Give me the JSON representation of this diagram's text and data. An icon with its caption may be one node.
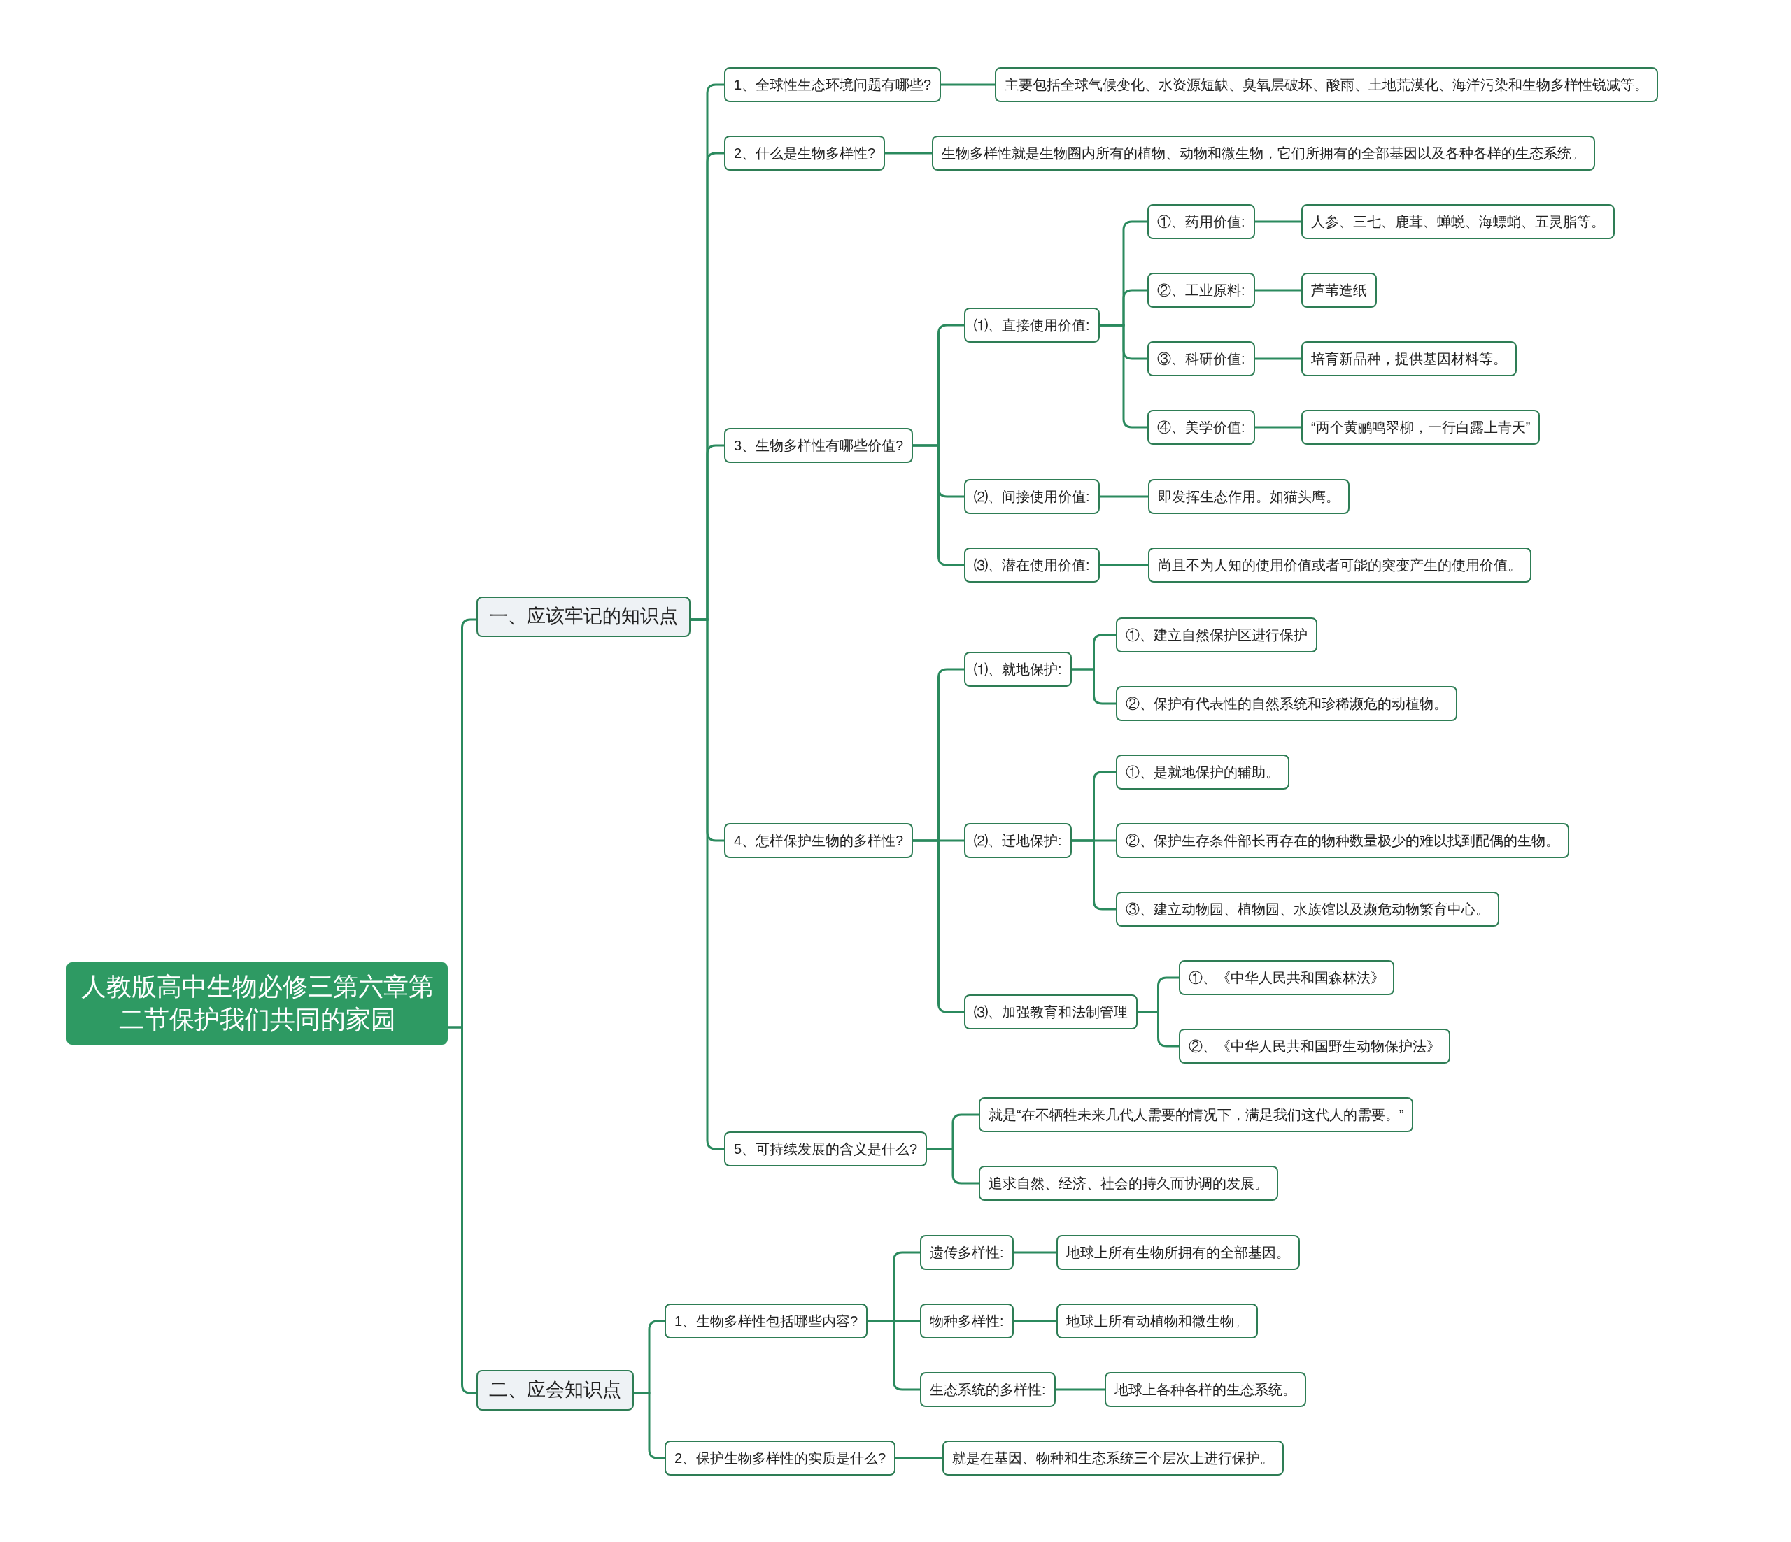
{
  "diagram": {
    "nodes": [
      {
        "text": [
          "人教版高中生物必修三第六章第二节保护我们共同的家园"
        ]
      },
      {
        "text": [
          "一、应该牢记的知识点"
        ]
      },
      {
        "text": [
          "二、应会知识点"
        ]
      },
      {
        "text": [
          "1、全球性生态环境问题有哪些?"
        ]
      },
      {
        "text": [
          "主要包括全球气候变化、水资源短缺、臭氧层破坏、酸雨、土地荒漠化、海洋污染和生物多样性锐减等。"
        ]
      },
      {
        "text": [
          "2、什么是生物多样性?"
        ]
      },
      {
        "text": [
          "生物多样性就是生物圈内所有的植物、动物和微生物，它们所拥有的全部基因以及各种各样的生态系统。"
        ]
      },
      {
        "text": [
          "3、生物多样性有哪些价值?"
        ]
      },
      {
        "text": [
          "⑴、直接使用价值:"
        ]
      },
      {
        "text": [
          "①、药用价值:"
        ]
      },
      {
        "text": [
          "人参、三七、鹿茸、蝉蜕、海螵蛸、五灵脂等。"
        ]
      },
      {
        "text": [
          "②、工业原料:"
        ]
      },
      {
        "text": [
          "芦苇造纸"
        ]
      },
      {
        "text": [
          "③、科研价值:"
        ]
      },
      {
        "text": [
          "培育新品种，提供基因材料等。"
        ]
      },
      {
        "text": [
          "④、美学价值:"
        ]
      },
      {
        "text": [
          "“两个黄鹂鸣翠柳，一行白露上青天”"
        ]
      },
      {
        "text": [
          "⑵、间接使用价值:"
        ]
      },
      {
        "text": [
          "即发挥生态作用。如猫头鹰。"
        ]
      },
      {
        "text": [
          "⑶、潜在使用价值:"
        ]
      },
      {
        "text": [
          "尚且不为人知的使用价值或者可能的突变产生的使用价值。"
        ]
      },
      {
        "text": [
          "4、怎样保护生物的多样性?"
        ]
      },
      {
        "text": [
          "⑴、就地保护:"
        ]
      },
      {
        "text": [
          "①、建立自然保护区进行保护"
        ]
      },
      {
        "text": [
          "②、保护有代表性的自然系统和珍稀濒危的动植物。"
        ]
      },
      {
        "text": [
          "⑵、迁地保护:"
        ]
      },
      {
        "text": [
          "①、是就地保护的辅助。"
        ]
      },
      {
        "text": [
          "②、保护生存条件部长再存在的物种数量极少的难以找到配偶的生物。"
        ]
      },
      {
        "text": [
          "③、建立动物园、植物园、水族馆以及濒危动物繁育中心。"
        ]
      },
      {
        "text": [
          "⑶、加强教育和法制管理"
        ]
      },
      {
        "text": [
          "①、《中华人民共和国森林法》"
        ]
      },
      {
        "text": [
          "②、《中华人民共和国野生动物保护法》"
        ]
      },
      {
        "text": [
          "5、可持续发展的含义是什么?"
        ]
      },
      {
        "text": [
          "就是“在不牺牲未来几代人需要的情况下，满足我们这代人的需要。”"
        ]
      },
      {
        "text": [
          "追求自然、经济、社会的持久而协调的发展。"
        ]
      },
      {
        "text": [
          "1、生物多样性包括哪些内容?"
        ]
      },
      {
        "text": [
          "遗传多样性:"
        ]
      },
      {
        "text": [
          "地球上所有生物所拥有的全部基因。"
        ]
      },
      {
        "text": [
          "物种多样性:"
        ]
      },
      {
        "text": [
          "地球上所有动植物和微生物。"
        ]
      },
      {
        "text": [
          "生态系统的多样性:"
        ]
      },
      {
        "text": [
          "地球上各种各样的生态系统。"
        ]
      },
      {
        "text": [
          "2、保护生物多样性的实质是什么?"
        ]
      },
      {
        "text": [
          "就是在基因、物种和生态系统三个层次上进行保护。"
        ]
      }
    ],
    "edges": [
      {
        "from": 0,
        "to": 1,
        "arrow": "none"
      },
      {
        "from": 0,
        "to": 2,
        "arrow": "none"
      },
      {
        "from": 1,
        "to": 3,
        "arrow": "none"
      },
      {
        "from": 3,
        "to": 4,
        "arrow": "none"
      },
      {
        "from": 1,
        "to": 5,
        "arrow": "none"
      },
      {
        "from": 5,
        "to": 6,
        "arrow": "none"
      },
      {
        "from": 1,
        "to": 7,
        "arrow": "none"
      },
      {
        "from": 7,
        "to": 8,
        "arrow": "none"
      },
      {
        "from": 8,
        "to": 9,
        "arrow": "none"
      },
      {
        "from": 9,
        "to": 10,
        "arrow": "none"
      },
      {
        "from": 8,
        "to": 11,
        "arrow": "none"
      },
      {
        "from": 11,
        "to": 12,
        "arrow": "none"
      },
      {
        "from": 8,
        "to": 13,
        "arrow": "none"
      },
      {
        "from": 13,
        "to": 14,
        "arrow": "none"
      },
      {
        "from": 8,
        "to": 15,
        "arrow": "none"
      },
      {
        "from": 15,
        "to": 16,
        "arrow": "none"
      },
      {
        "from": 7,
        "to": 17,
        "arrow": "none"
      },
      {
        "from": 17,
        "to": 18,
        "arrow": "none"
      },
      {
        "from": 7,
        "to": 19,
        "arrow": "none"
      },
      {
        "from": 19,
        "to": 20,
        "arrow": "none"
      },
      {
        "from": 1,
        "to": 21,
        "arrow": "none"
      },
      {
        "from": 21,
        "to": 22,
        "arrow": "none"
      },
      {
        "from": 22,
        "to": 23,
        "arrow": "none"
      },
      {
        "from": 22,
        "to": 24,
        "arrow": "none"
      },
      {
        "from": 21,
        "to": 25,
        "arrow": "none"
      },
      {
        "from": 25,
        "to": 26,
        "arrow": "none"
      },
      {
        "from": 25,
        "to": 27,
        "arrow": "none"
      },
      {
        "from": 25,
        "to": 28,
        "arrow": "none"
      },
      {
        "from": 21,
        "to": 29,
        "arrow": "none"
      },
      {
        "from": 29,
        "to": 30,
        "arrow": "none"
      },
      {
        "from": 29,
        "to": 31,
        "arrow": "none"
      },
      {
        "from": 1,
        "to": 32,
        "arrow": "none"
      },
      {
        "from": 32,
        "to": 33,
        "arrow": "none"
      },
      {
        "from": 32,
        "to": 34,
        "arrow": "none"
      },
      {
        "from": 2,
        "to": 35,
        "arrow": "none"
      },
      {
        "from": 35,
        "to": 36,
        "arrow": "none"
      },
      {
        "from": 36,
        "to": 37,
        "arrow": "none"
      },
      {
        "from": 35,
        "to": 38,
        "arrow": "none"
      },
      {
        "from": 38,
        "to": 39,
        "arrow": "none"
      },
      {
        "from": 35,
        "to": 40,
        "arrow": "none"
      },
      {
        "from": 40,
        "to": 41,
        "arrow": "none"
      },
      {
        "from": 2,
        "to": 42,
        "arrow": "none"
      },
      {
        "from": 42,
        "to": 43,
        "arrow": "none"
      }
    ]
  }
}
